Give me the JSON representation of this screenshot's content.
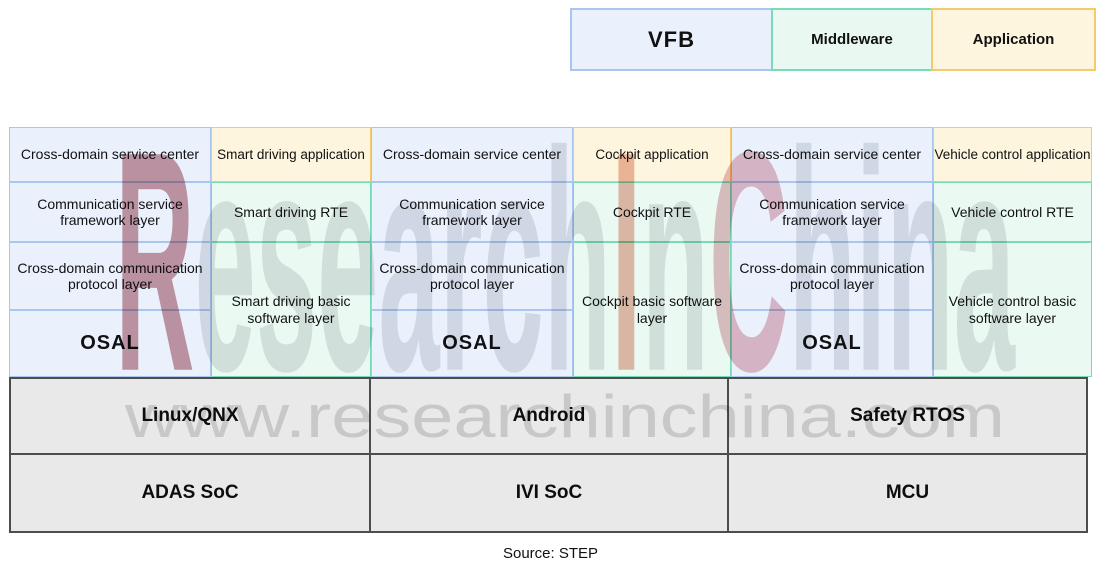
{
  "legend": {
    "items": [
      {
        "label": "VFB"
      },
      {
        "label": "Middleware"
      },
      {
        "label": "Application"
      }
    ]
  },
  "palette": {
    "vfb_fill": "#eaf1fd",
    "vfb_border": "#a9c7ee",
    "middleware_fill": "#e9f9f1",
    "middleware_border": "#76dcb7",
    "application_fill": "#fdf5dd",
    "application_border": "#f3ca6d",
    "hardware_fill": "#e9e9e9",
    "hardware_border": "#4d4d4d"
  },
  "stacks": [
    {
      "vfb_cells": [
        "Cross-domain service center",
        "Communication service framework layer",
        "Cross-domain communication protocol layer",
        "OSAL"
      ],
      "application": "Smart driving application",
      "rte": "Smart driving RTE",
      "basic_software": "Smart driving basic software layer",
      "os": "Linux/QNX",
      "hardware": "ADAS SoC"
    },
    {
      "vfb_cells": [
        "Cross-domain service center",
        "Communication service framework layer",
        "Cross-domain communication protocol layer",
        "OSAL"
      ],
      "application": "Cockpit application",
      "rte": "Cockpit RTE",
      "basic_software": "Cockpit basic software layer",
      "os": "Android",
      "hardware": "IVI SoC"
    },
    {
      "vfb_cells": [
        "Cross-domain service center",
        "Communication service framework layer",
        "Cross-domain communication protocol layer",
        "OSAL"
      ],
      "application": "Vehicle control application",
      "rte": "Vehicle control RTE",
      "basic_software": "Vehicle control basic software layer",
      "os": "Safety RTOS",
      "hardware": "MCU"
    }
  ],
  "watermark": {
    "parts": [
      {
        "text": "R",
        "color": "#953545"
      },
      {
        "text": "esearch",
        "color": "#a2a6ad"
      },
      {
        "text": "I",
        "color": "#d45a3c"
      },
      {
        "text": "n",
        "color": "#a2a6ad"
      },
      {
        "text": "C",
        "color": "#c45f70"
      },
      {
        "text": "hina",
        "color": "#a2a6ad"
      }
    ],
    "url": "www.researchinchina.com",
    "url_color": "#bdbdbd"
  },
  "source_note": "Source: STEP"
}
